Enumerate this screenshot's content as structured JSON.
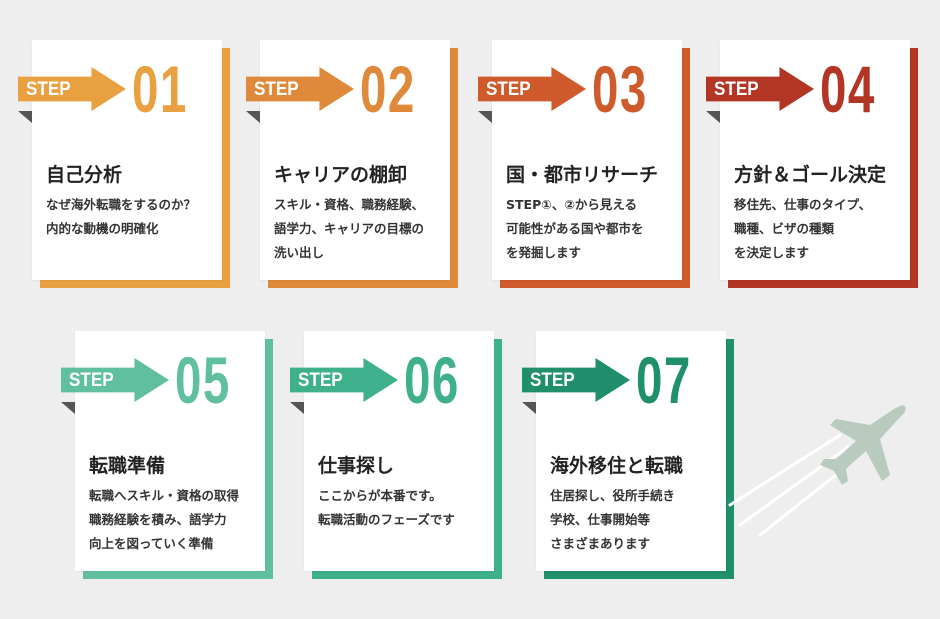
{
  "step_word": "STEP",
  "steps": [
    {
      "num": "01",
      "title": "自己分析",
      "desc": [
        "なぜ海外転職をするのか？",
        "内的な動機の明確化"
      ]
    },
    {
      "num": "02",
      "title": "キャリアの棚卸",
      "desc": [
        "スキル・資格、職務経験、",
        "語学力、キャリアの目標の",
        "洗い出し"
      ]
    },
    {
      "num": "03",
      "title": "国・都市リサーチ",
      "desc": [
        "STEP①、②から見える",
        "可能性がある国や都市を",
        "を発掘します"
      ]
    },
    {
      "num": "04",
      "title": "方針＆ゴール決定",
      "desc": [
        "移住先、仕事のタイプ、",
        "職種、ビザの種類",
        "を決定します"
      ]
    },
    {
      "num": "05",
      "title": "転職準備",
      "desc": [
        "転職へスキル・資格の取得",
        "職務経験を積み、語学力",
        "向上を図っていく準備"
      ]
    },
    {
      "num": "06",
      "title": "仕事探し",
      "desc": [
        "ここからが本番です。",
        "転職活動のフェーズです"
      ]
    },
    {
      "num": "07",
      "title": "海外移住と転職",
      "desc": [
        "住居探し、役所手続き",
        "学校、仕事開始等",
        "さまざまあります"
      ]
    }
  ],
  "colors": [
    "#e8a040",
    "#de8a3a",
    "#cf5a2c",
    "#b33524",
    "#5fbf9f",
    "#3fb08c",
    "#1f8f6c"
  ],
  "plane_color": "#b9cbbf",
  "plane_icon": "airplane-icon"
}
